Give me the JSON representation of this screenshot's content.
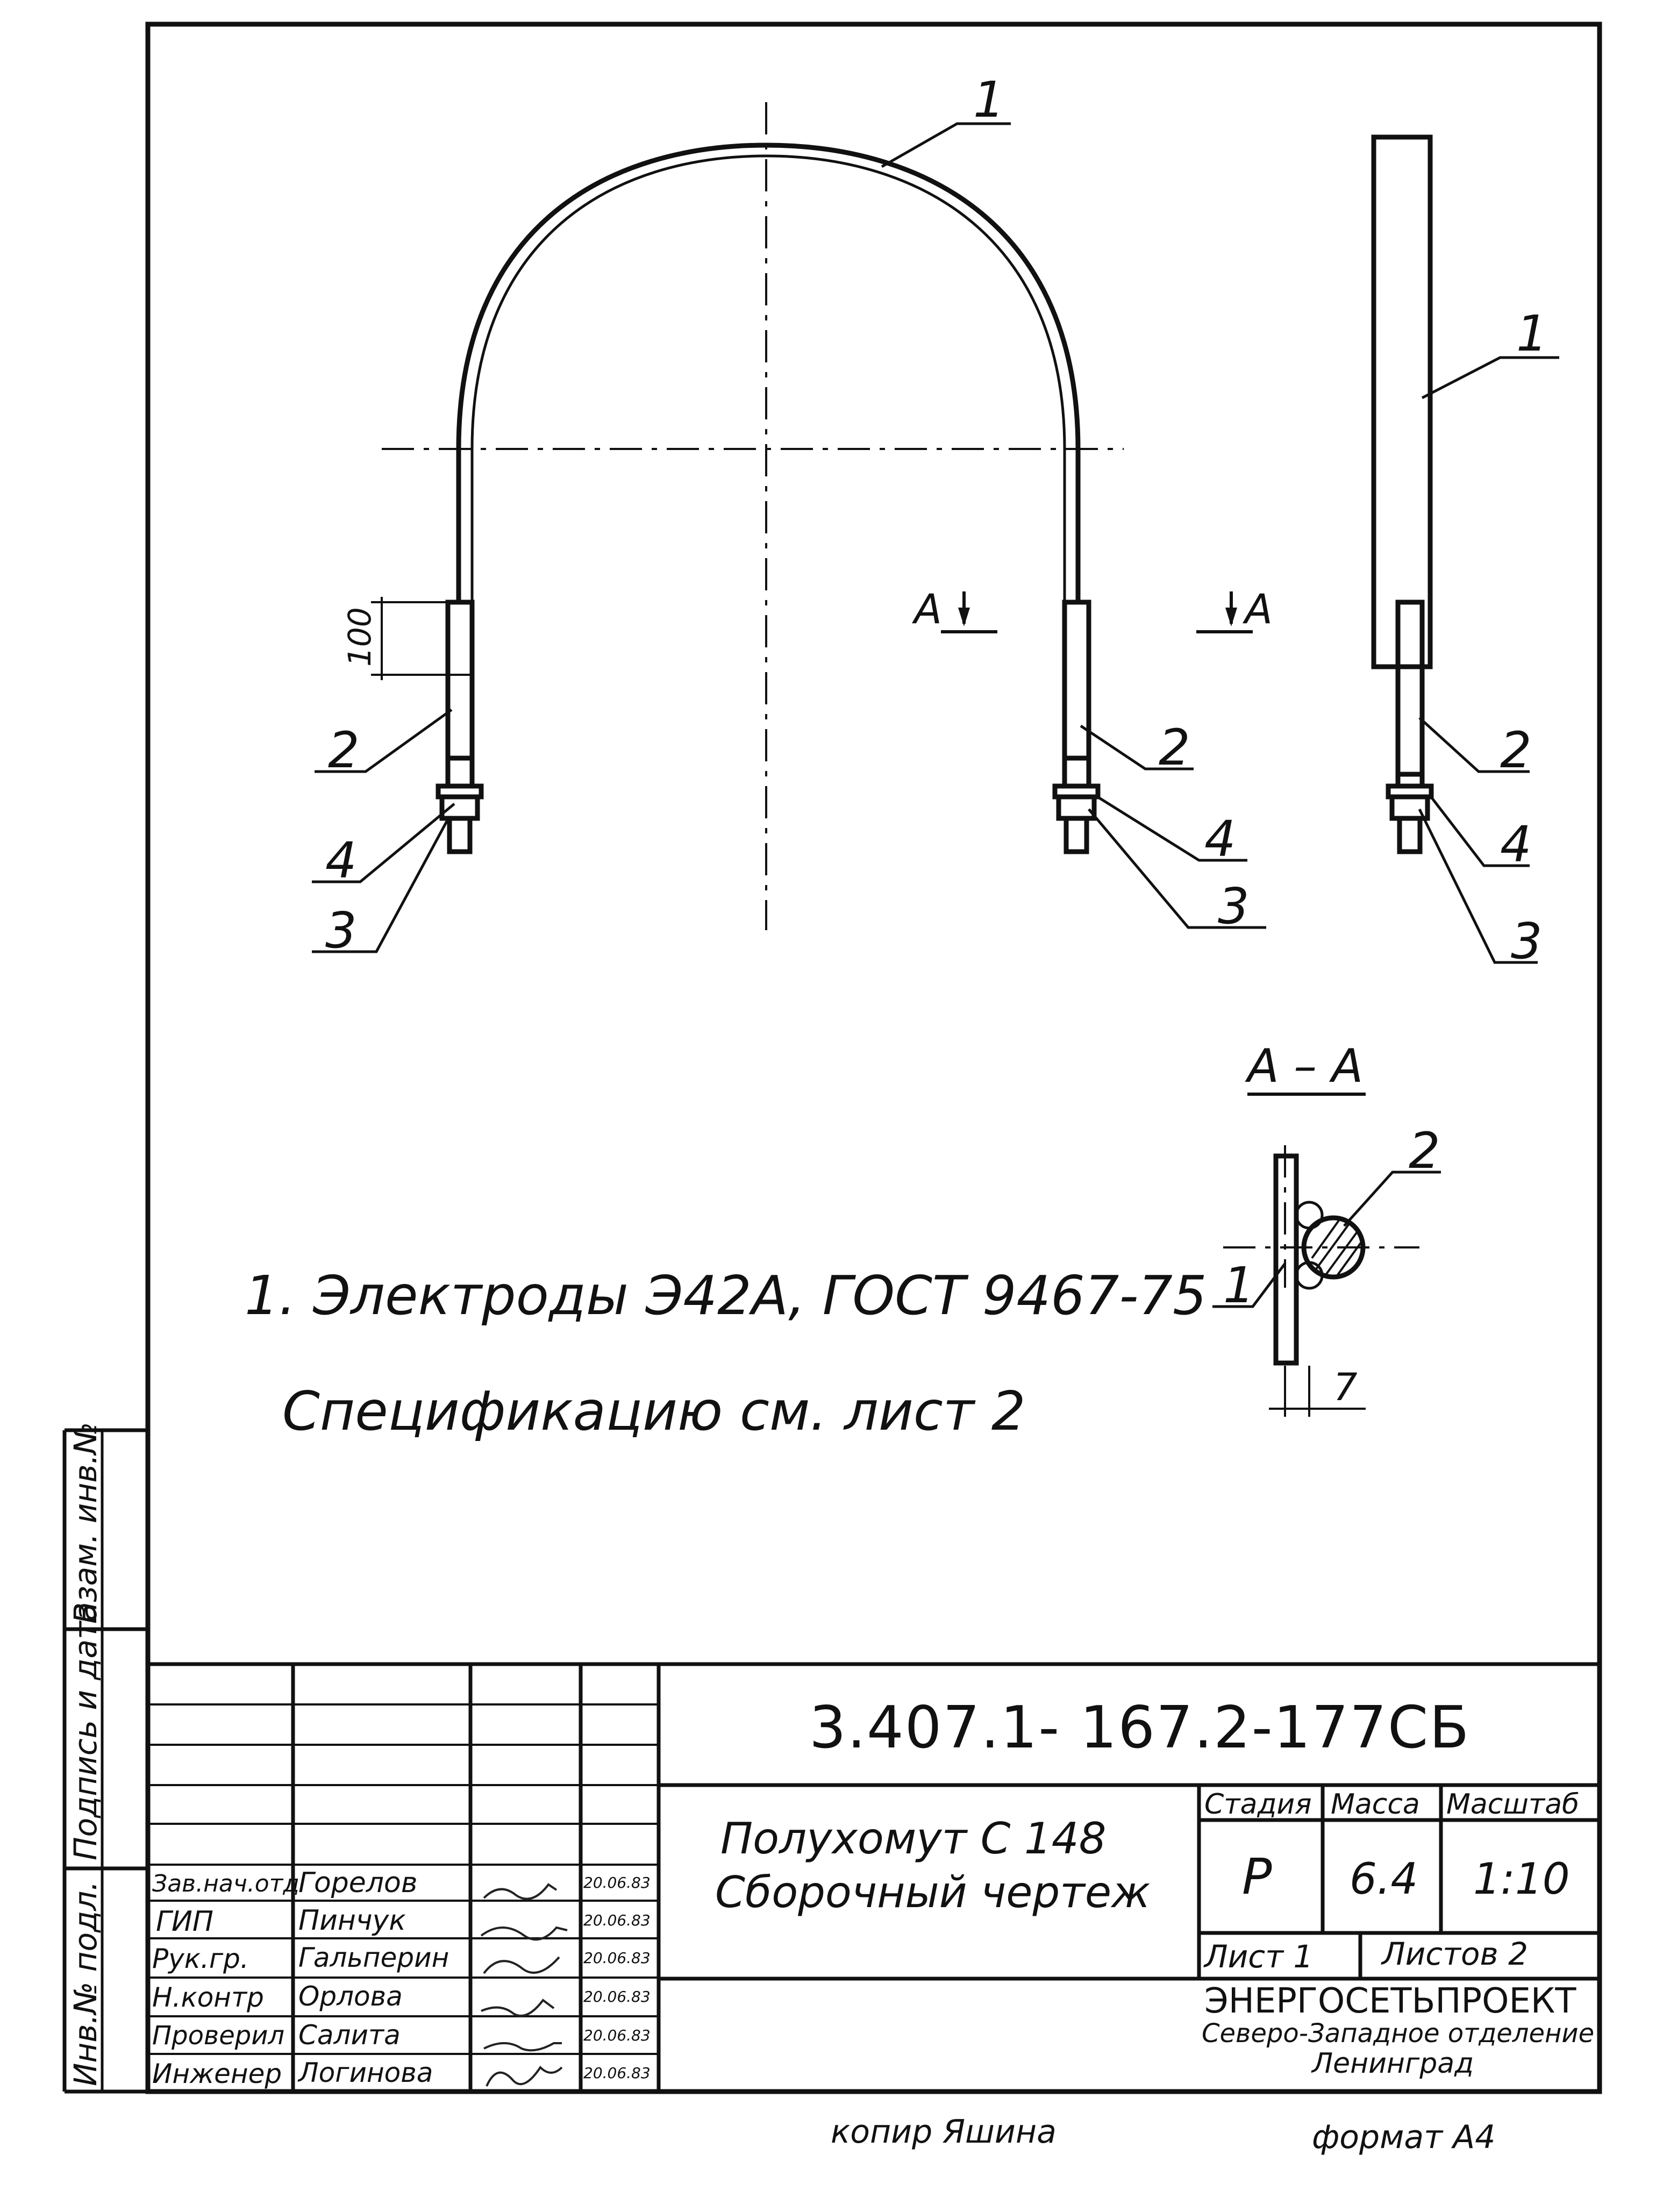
{
  "drawing": {
    "callouts": {
      "arch_part": "1",
      "side_strip": "1",
      "left_rod": "2",
      "left_washer": "4",
      "left_nut": "3",
      "right_rod": "2",
      "right_washer": "4",
      "right_nut": "3",
      "side_rod": "2",
      "side_washer": "4",
      "side_nut": "3",
      "section_bar": "1",
      "section_rod": "2"
    },
    "dimensions": {
      "overlap": "100",
      "weld": "7"
    },
    "section_marks": {
      "left": "A",
      "right": "A",
      "title": "A – A"
    },
    "notes": [
      "1. Электроды Э42А, ГОСТ 9467-75",
      "Спецификацию см. лист 2"
    ]
  },
  "title_block": {
    "document_code": "3.407.1- 167.2-177СБ",
    "name_line1": "Полухомут С 148",
    "name_line2": "Сборочный чертеж",
    "stage_header": "Стадия",
    "mass_header": "Масса",
    "scale_header": "Масштаб",
    "stage": "Р",
    "mass": "6.4",
    "scale": "1:10",
    "sheet": "Лист 1",
    "sheets": "Листов 2",
    "org_line1": "ЭНЕРГОСЕТЬПРОЕКТ",
    "org_line2": "Северо-Западное отделение",
    "org_line3": "Ленинград",
    "staff": [
      {
        "role": "Зав.нач.отд",
        "name": "Горелов",
        "date": "20.06.83"
      },
      {
        "role": "ГИП",
        "name": "Пинчук",
        "date": "20.06.83"
      },
      {
        "role": "Рук.гр.",
        "name": "Гальперин",
        "date": "20.06.83"
      },
      {
        "role": "Н.контр",
        "name": "Орлова",
        "date": "20.06.83"
      },
      {
        "role": "Проверил",
        "name": "Салита",
        "date": "20.06.83"
      },
      {
        "role": "Инженер",
        "name": "Логинова",
        "date": "20.06.83"
      }
    ]
  },
  "margin_stamp": {
    "inv": "Инв.№ подл.",
    "sign_date": "Подпись и дата",
    "replace": "Взам. инв.№"
  },
  "footer": {
    "copied": "копир Яшина",
    "format": "формат А4"
  }
}
